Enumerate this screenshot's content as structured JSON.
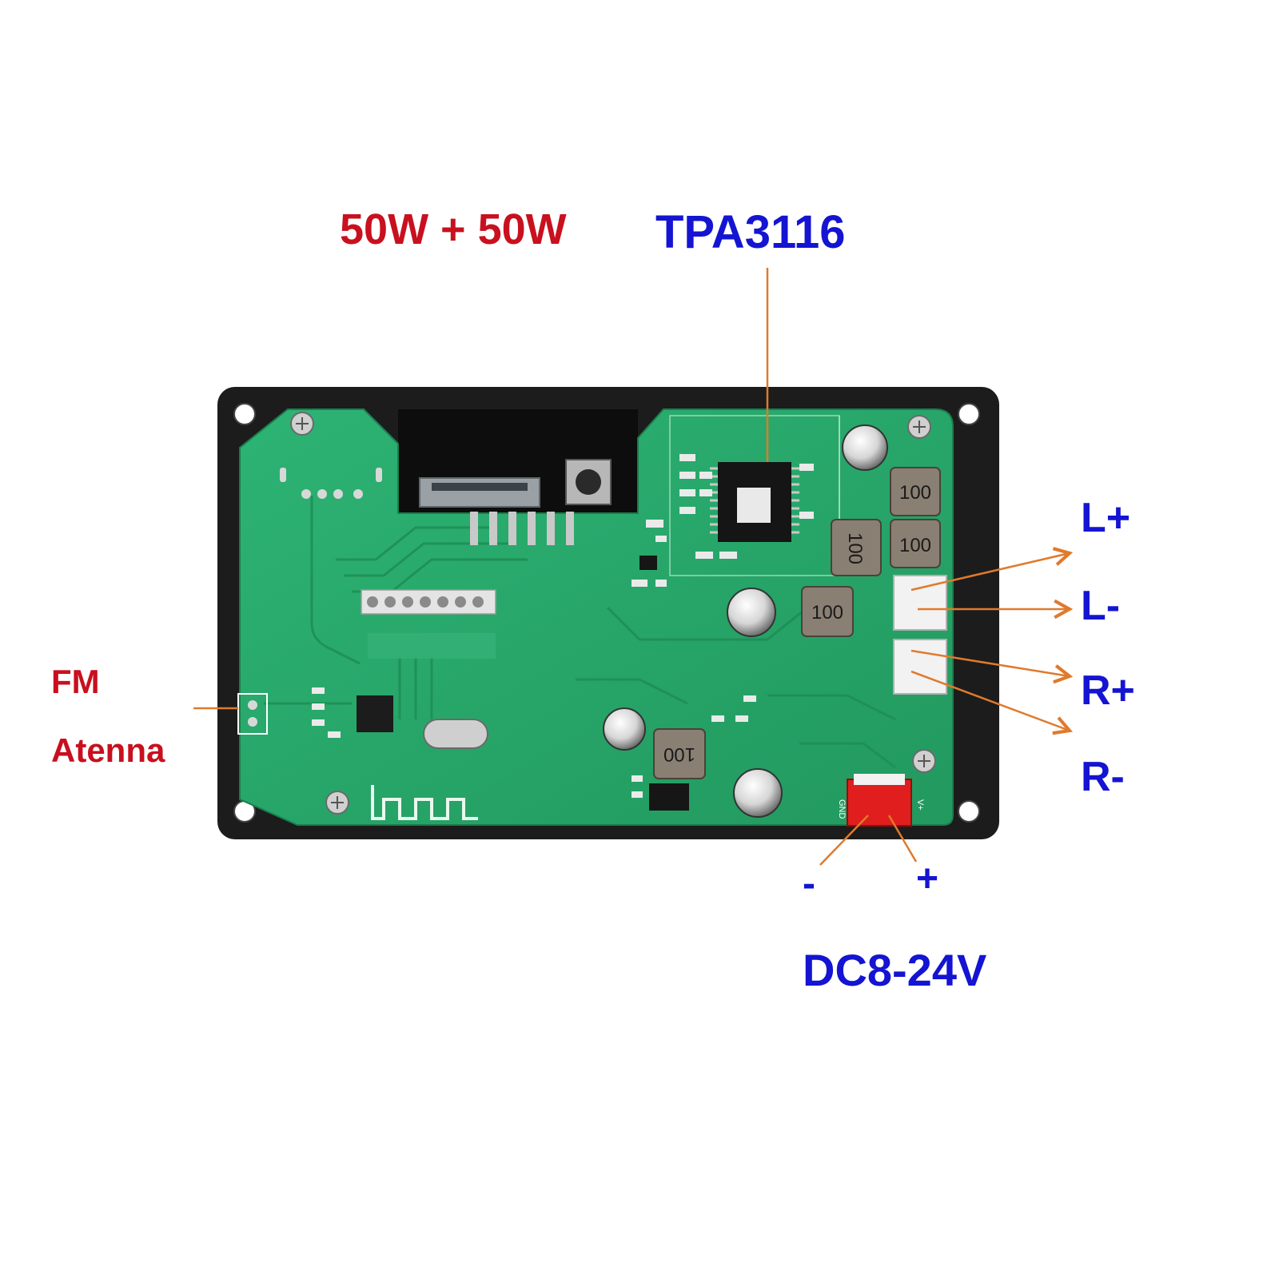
{
  "labels": {
    "power": "50W + 50W",
    "chip": "TPA3116",
    "fm_line1": "FM",
    "fm_line2": "Atenna",
    "l_plus": "L+",
    "l_minus": "L-",
    "r_plus": "R+",
    "r_minus": "R-",
    "dc_minus": "-",
    "dc_plus": "+",
    "dc_voltage": "DC8-24V"
  },
  "components": {
    "inductor_marking": "100",
    "power_terminal_left": "GND",
    "power_terminal_right": "V+"
  },
  "colors": {
    "label_red": "#c8101e",
    "label_blue": "#1414d2",
    "leader_line": "#e07a2c",
    "pcb_green": "#27a56d",
    "bezel_black": "#1c1c1c",
    "power_connector": "#e01e1e"
  }
}
